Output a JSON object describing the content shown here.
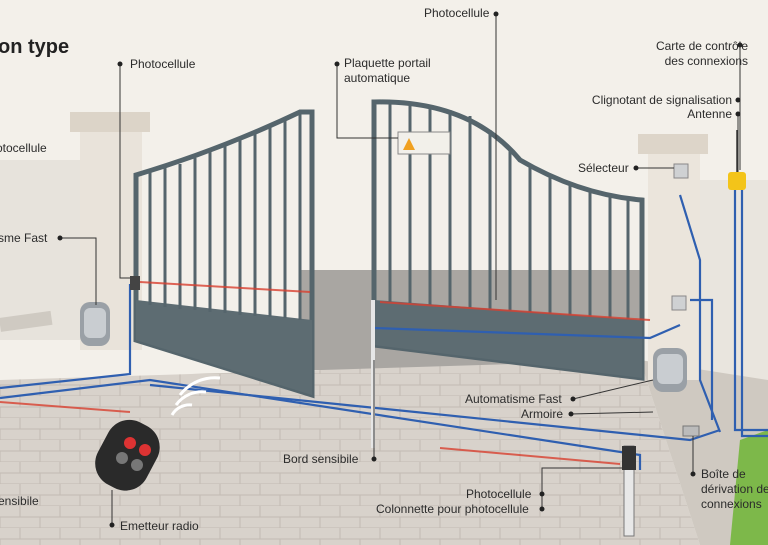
{
  "diagram": {
    "title": "on type",
    "labels": {
      "photocellule_top": "Photocellule",
      "photocellule_left": "Photocellule",
      "photocellule_edge": "otocellule",
      "plaquette": [
        "Plaquette portail",
        "automatique"
      ],
      "carte": [
        "Carte de contrôle",
        "des connexions"
      ],
      "clignotant": "Clignotant de signalisation",
      "antenne": "Antenne",
      "selecteur": "Sélecteur",
      "automatisme_left": "sme Fast",
      "automatisme_right": "Automatisme Fast",
      "armoire": "Armoire",
      "bord": "Bord sensibile",
      "photocellule_bottom": "Photocellule",
      "colonnette": "Colonnette pour photocellule",
      "emetteur": "Emetteur radio",
      "boite": [
        "Boîte de",
        "dérivation de",
        "connexions"
      ],
      "sensibile_edge": "ensibile"
    }
  }
}
